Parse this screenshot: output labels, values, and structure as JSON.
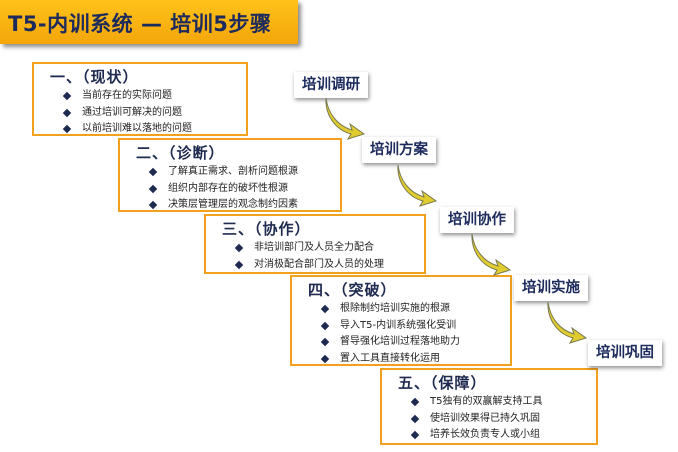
{
  "title": "T5-内训系统 — 培训5步骤",
  "stages": [
    {
      "heading": "一、（现状）",
      "items": [
        "当前存在的实际问题",
        "通过培训可解决的问题",
        "以前培训难以落地的问题"
      ]
    },
    {
      "heading": "二、（诊断）",
      "items": [
        "了解真正需求、剖析问题根源",
        "组织内部存在的破坏性根源",
        "决策层管理层的观念制约因素"
      ]
    },
    {
      "heading": "三、（协作）",
      "items": [
        "非培训部门及人员全力配合",
        "对消极配合部门及人员的处理"
      ]
    },
    {
      "heading": "四、（突破）",
      "items": [
        "根除制约培训实施的根源",
        "导入T5-内训系统强化受训",
        "督导强化培训过程落地助力",
        "置入工具直接转化运用"
      ]
    },
    {
      "heading": "五、（保障）",
      "items": [
        "T5独有的双赢解支持工具",
        "使培训效果得已持久巩固",
        "培养长效负责专人或小组"
      ]
    }
  ],
  "steps": [
    "培训调研",
    "培训方案",
    "培训协作",
    "培训实施",
    "培训巩固"
  ],
  "colors": {
    "accent": "#f0a11e",
    "title_bg": "#f9b414",
    "text_dark": "#1c2a5c",
    "arrow_fill": "#e0cc2e"
  }
}
